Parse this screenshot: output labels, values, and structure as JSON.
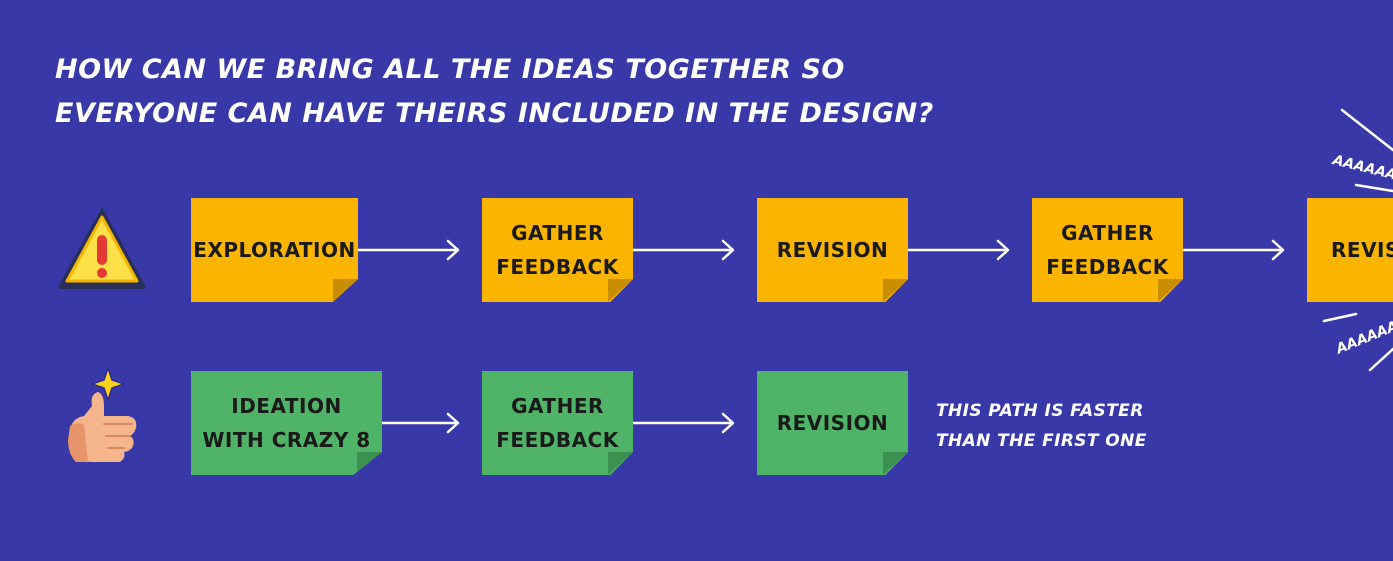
{
  "title": {
    "line1": "HOW CAN WE BRING ALL THE IDEAS TOGETHER SO",
    "line2": "EVERYONE CAN HAVE THEIRS INCLUDED IN THE DESIGN?"
  },
  "row1": {
    "icon": "warning-icon",
    "notes": [
      "EXPLORATION",
      "GATHER FEEDBACK",
      "REVISION",
      "GATHER FEEDBACK",
      "REVISI"
    ],
    "scream_top": "AAAAAA",
    "scream_bottom": "AAAAAA"
  },
  "row2": {
    "icon": "thumbs-up-icon",
    "notes": [
      "IDEATION WITH CRAZY 8",
      "GATHER FEEDBACK",
      "REVISION"
    ],
    "comment_line1": "THIS PATH IS FASTER",
    "comment_line2": "THAN THE FIRST ONE"
  },
  "colors": {
    "background": "#3838a8",
    "yellow_note": "#fbb400",
    "green_note": "#4fb468",
    "arrow": "#ffffff"
  }
}
